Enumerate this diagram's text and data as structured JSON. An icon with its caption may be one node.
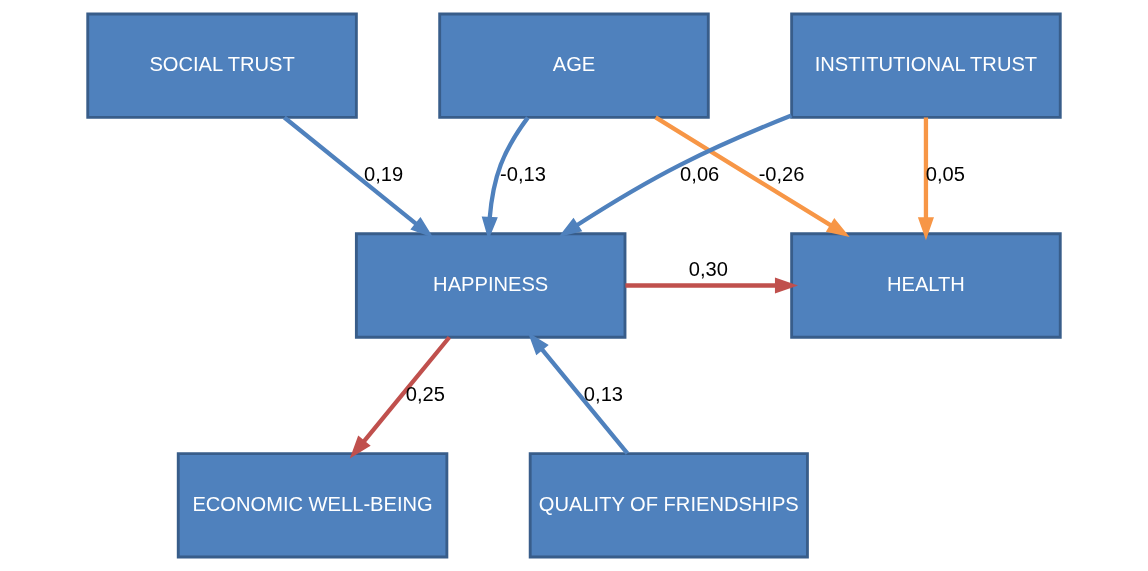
{
  "diagram": {
    "nodes": [
      {
        "text": [
          "AGE"
        ]
      },
      {
        "text": [
          "INSTITUTIONAL TRUST"
        ]
      },
      {
        "text": [
          "SOCIAL TRUST"
        ]
      },
      {
        "text": [
          "HEALTH"
        ]
      },
      {
        "text": [
          "HAPPINESS"
        ]
      },
      {
        "text": [
          "ECONOMIC WELL-BEING"
        ]
      },
      {
        "text": [
          "QUALITY OF FRIENDSHIPS"
        ]
      }
    ],
    "edges": [
      {
        "from": 0,
        "to": 3,
        "arrow": "to",
        "label": "-0,26",
        "color": "#f79646"
      },
      {
        "from": 1,
        "to": 3,
        "arrow": "to",
        "label": "0,05",
        "color": "#f79646"
      },
      {
        "from": 0,
        "to": 4,
        "arrow": "to",
        "label": "-0,13"
      },
      {
        "from": 1,
        "to": 4,
        "arrow": "to",
        "label": "0,06"
      },
      {
        "from": 2,
        "to": 4,
        "arrow": "to",
        "label": "0,19"
      },
      {
        "from": 4,
        "to": 3,
        "arrow": "to",
        "label": "0,30",
        "color": "#c0504d"
      },
      {
        "from": 4,
        "to": 5,
        "arrow": "to",
        "label": "0,25",
        "color": "#c0504d"
      },
      {
        "from": 6,
        "to": 4,
        "arrow": "to",
        "label": "0,13"
      }
    ]
  }
}
